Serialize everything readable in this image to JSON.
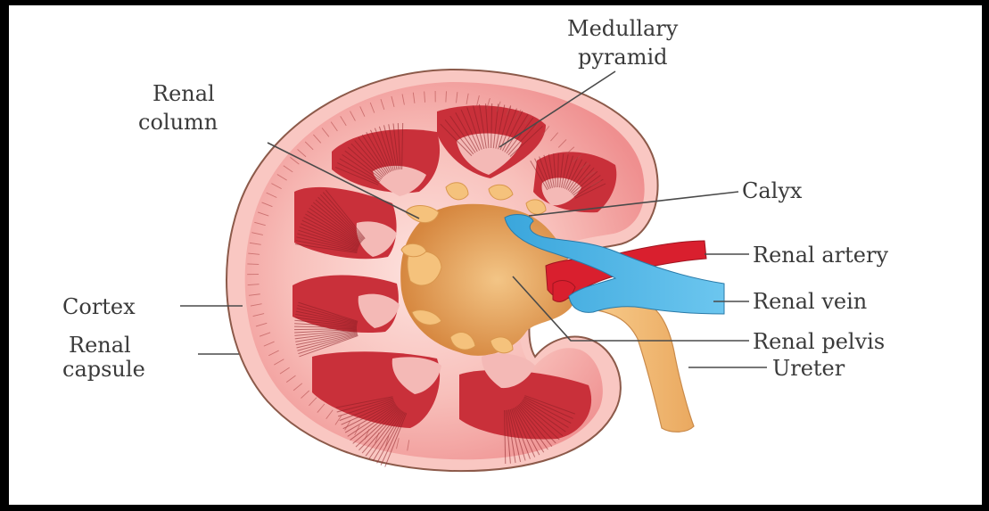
{
  "labels": {
    "medullary_pyramid": [
      "Medullary",
      "pyramid"
    ],
    "renal_column": [
      "Renal",
      "column"
    ],
    "calyx": "Calyx",
    "renal_artery": "Renal artery",
    "cortex": "Cortex",
    "renal_vein": "Renal vein",
    "renal_capsule": [
      "Renal",
      "capsule"
    ],
    "renal_pelvis": "Renal pelvis",
    "ureter": "Ureter"
  },
  "colors": {
    "capsule_outline": "#8c5a4a",
    "cortex": "#f6b0ad",
    "cortex_light": "#fde0dc",
    "pyramid": "#c9303a",
    "pyramid_tip": "#f7c9c6",
    "renal_column": "#fbd4d0",
    "sinus": "#dc8f4e",
    "sinus_light": "#f0c07e",
    "minor_calyx": "#f7c77f",
    "vein": "#4fb6e6",
    "artery": "#d91f2e",
    "ureter": "#f3bd78"
  }
}
